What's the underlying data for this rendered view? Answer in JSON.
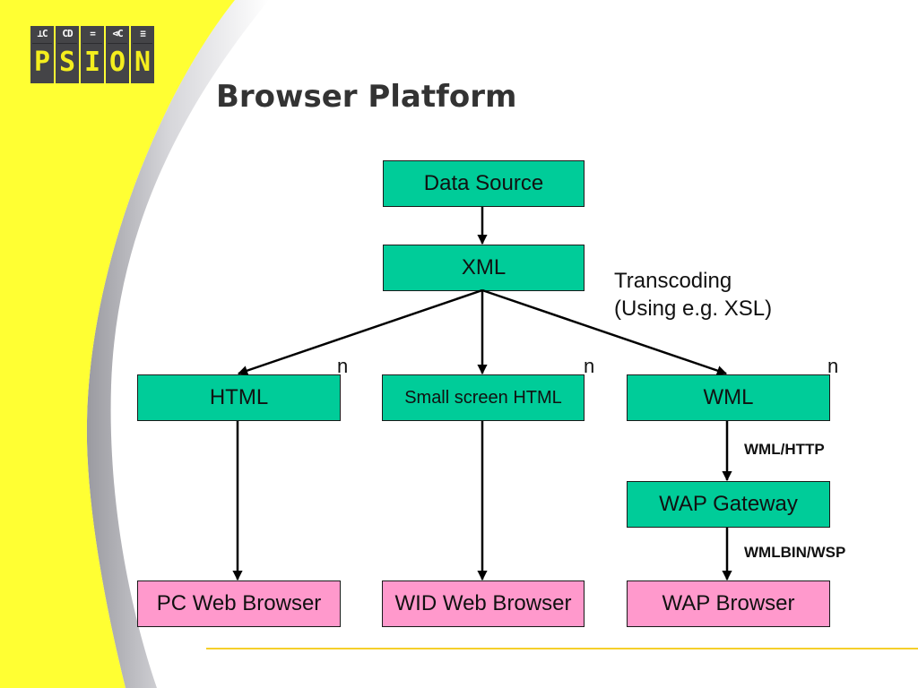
{
  "slide": {
    "title": "Browser Platform",
    "logo": {
      "brand_letters": [
        "P",
        "S",
        "I",
        "O",
        "N"
      ],
      "symbols": [
        "⊥C",
        "CD",
        "=",
        "⊲C",
        "≡"
      ]
    },
    "colors": {
      "background_yellow": "#ffff33",
      "node_green": "#00cc99",
      "node_pink": "#ff99cc",
      "title": "#333333",
      "logo_dark": "#444447",
      "logo_letter": "#f4ee1e",
      "rule": "#f5cf2a"
    }
  },
  "diagram": {
    "nodes": {
      "data_source": "Data Source",
      "xml": "XML",
      "html": "HTML",
      "small_screen_html": "Small screen HTML",
      "wml": "WML",
      "wap_gateway": "WAP Gateway",
      "pc_web_browser": "PC Web Browser",
      "wid_web_browser": "WID Web Browser",
      "wap_browser": "WAP Browser"
    },
    "annotations": {
      "transcoding_line1": "Transcoding",
      "transcoding_line2": "(Using e.g. XSL)",
      "n_html": "n",
      "n_small": "n",
      "n_wml": "n",
      "wml_http": "WML/HTTP",
      "wmlbin_wsp": "WMLBIN/WSP"
    },
    "edges": [
      {
        "from": "data_source",
        "to": "xml"
      },
      {
        "from": "xml",
        "to": "html"
      },
      {
        "from": "xml",
        "to": "small_screen_html"
      },
      {
        "from": "xml",
        "to": "wml"
      },
      {
        "from": "html",
        "to": "pc_web_browser"
      },
      {
        "from": "small_screen_html",
        "to": "wid_web_browser"
      },
      {
        "from": "wml",
        "to": "wap_gateway",
        "label": "WML/HTTP"
      },
      {
        "from": "wap_gateway",
        "to": "wap_browser",
        "label": "WMLBIN/WSP"
      }
    ]
  }
}
